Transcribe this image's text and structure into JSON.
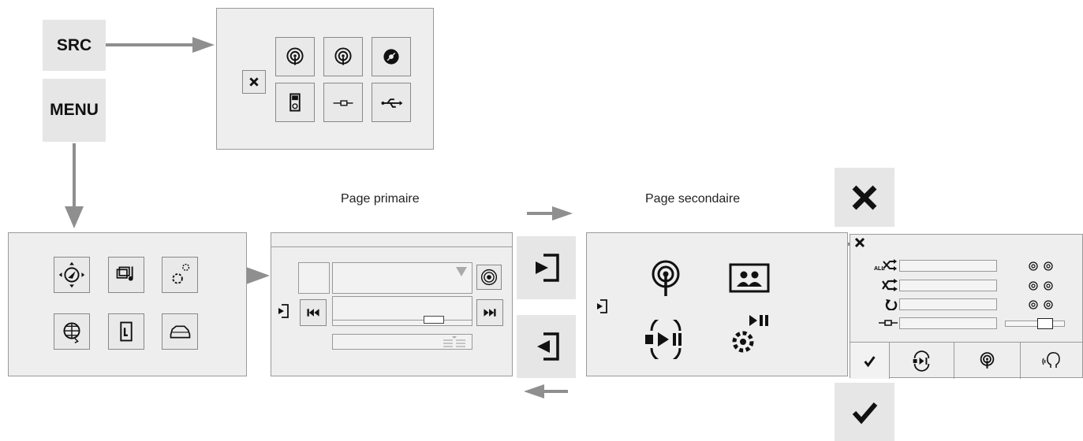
{
  "keys": {
    "src": "SRC",
    "menu": "MENU"
  },
  "labels": {
    "primary": "Page primaire",
    "secondary": "Page secondaire"
  },
  "icons": {
    "source_popup": [
      "radio-icon",
      "radio-dab-icon",
      "cd-icon",
      "ipod-icon",
      "aux-jack-icon",
      "usb-icon"
    ],
    "menu_panel": [
      "navigation-icon",
      "media-icon",
      "settings-icon",
      "connected-services-icon",
      "phone-icon",
      "vehicle-icon"
    ],
    "secondary_page": [
      "radio-icon",
      "photos-icon",
      "media-play-icon",
      "settings-media-icon"
    ],
    "settings_tabs": [
      "validate-icon",
      "media-play-icon",
      "radio-icon",
      "voice-icon"
    ]
  },
  "colors": {
    "arrow": "#8f8f8f",
    "panel": "#eeeeee",
    "border": "#9a9a9a"
  }
}
